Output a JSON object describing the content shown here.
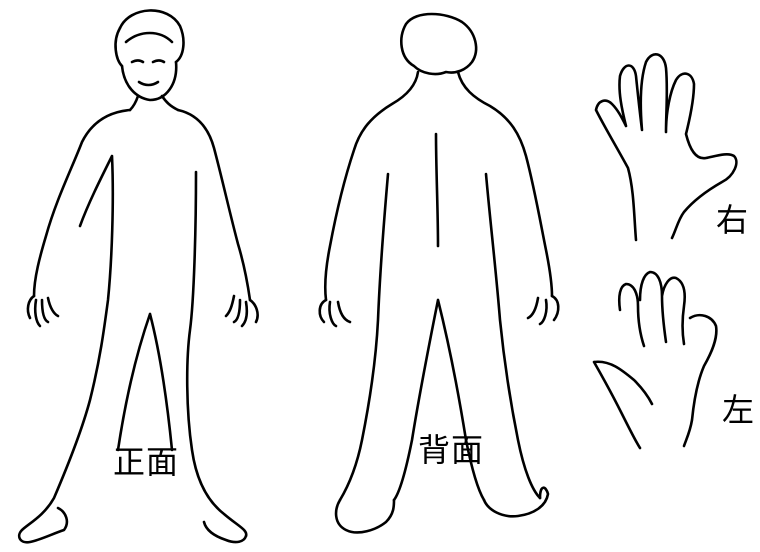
{
  "labels": {
    "front": "正面",
    "back": "背面",
    "right_hand": "右",
    "left_hand": "左"
  }
}
